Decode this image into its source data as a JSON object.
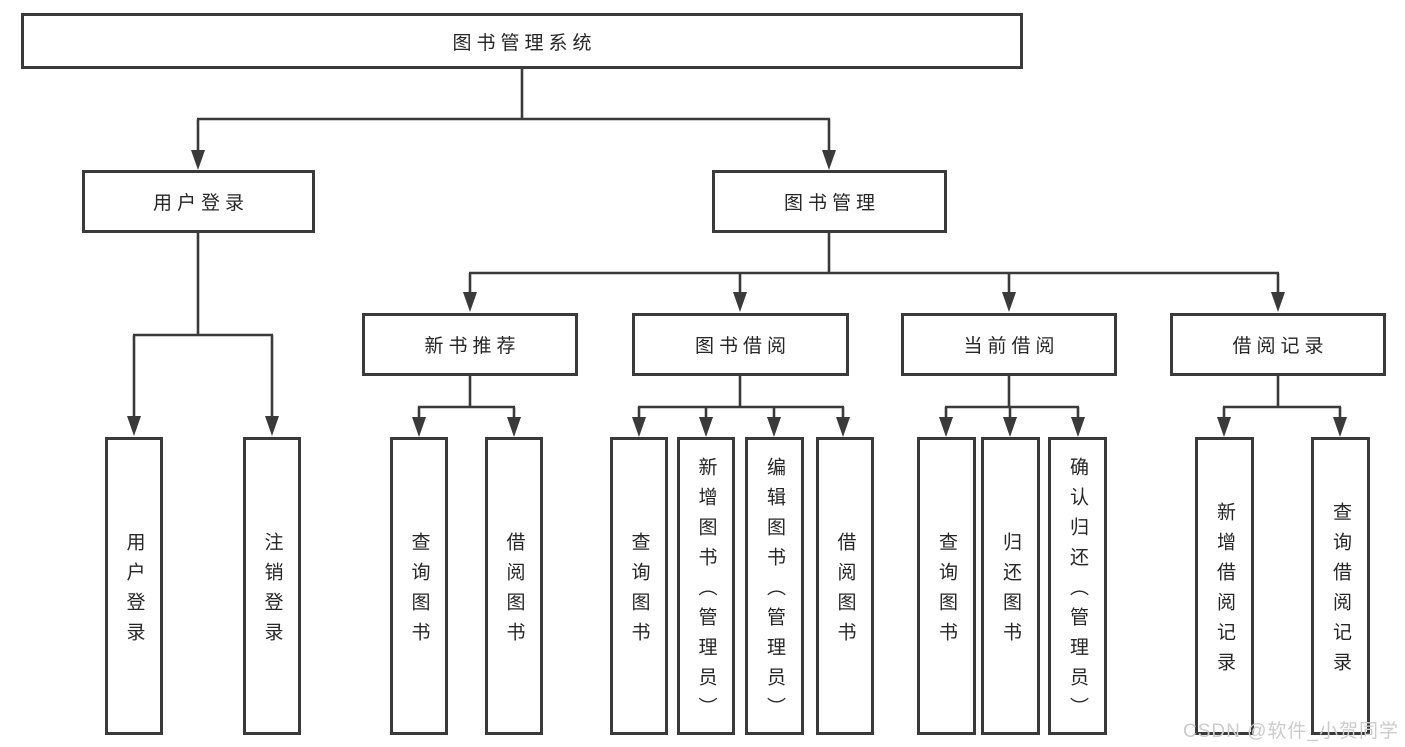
{
  "diagram": {
    "title": "图书管理系统",
    "root": {
      "label": "图书管理系统"
    },
    "level2": [
      {
        "label": "用户登录"
      },
      {
        "label": "图书管理"
      }
    ],
    "level3": [
      {
        "label": "新书推荐",
        "parent": "图书管理"
      },
      {
        "label": "图书借阅",
        "parent": "图书管理"
      },
      {
        "label": "当前借阅",
        "parent": "图书管理"
      },
      {
        "label": "借阅记录",
        "parent": "图书管理"
      }
    ],
    "leaves": [
      {
        "label": "用户登录",
        "parent": "用户登录"
      },
      {
        "label": "注销登录",
        "parent": "用户登录"
      },
      {
        "label": "查询图书",
        "parent": "新书推荐"
      },
      {
        "label": "借阅图书",
        "parent": "新书推荐"
      },
      {
        "label": "查询图书",
        "parent": "图书借阅"
      },
      {
        "label": "新增图书（管理员）",
        "parent": "图书借阅"
      },
      {
        "label": "编辑图书（管理员）",
        "parent": "图书借阅"
      },
      {
        "label": "借阅图书",
        "parent": "图书借阅"
      },
      {
        "label": "查询图书",
        "parent": "当前借阅"
      },
      {
        "label": "归还图书",
        "parent": "当前借阅"
      },
      {
        "label": "确认归还（管理员）",
        "parent": "当前借阅"
      },
      {
        "label": "新增借阅记录",
        "parent": "借阅记录"
      },
      {
        "label": "查询借阅记录",
        "parent": "借阅记录"
      }
    ]
  },
  "watermark": {
    "text": "CSDN @软件_小贺同学"
  },
  "colors": {
    "line": "#3a3a3a",
    "text": "#262626",
    "box_background": "#ffffff",
    "watermark": "#cccccc",
    "background": "#ffffff"
  }
}
